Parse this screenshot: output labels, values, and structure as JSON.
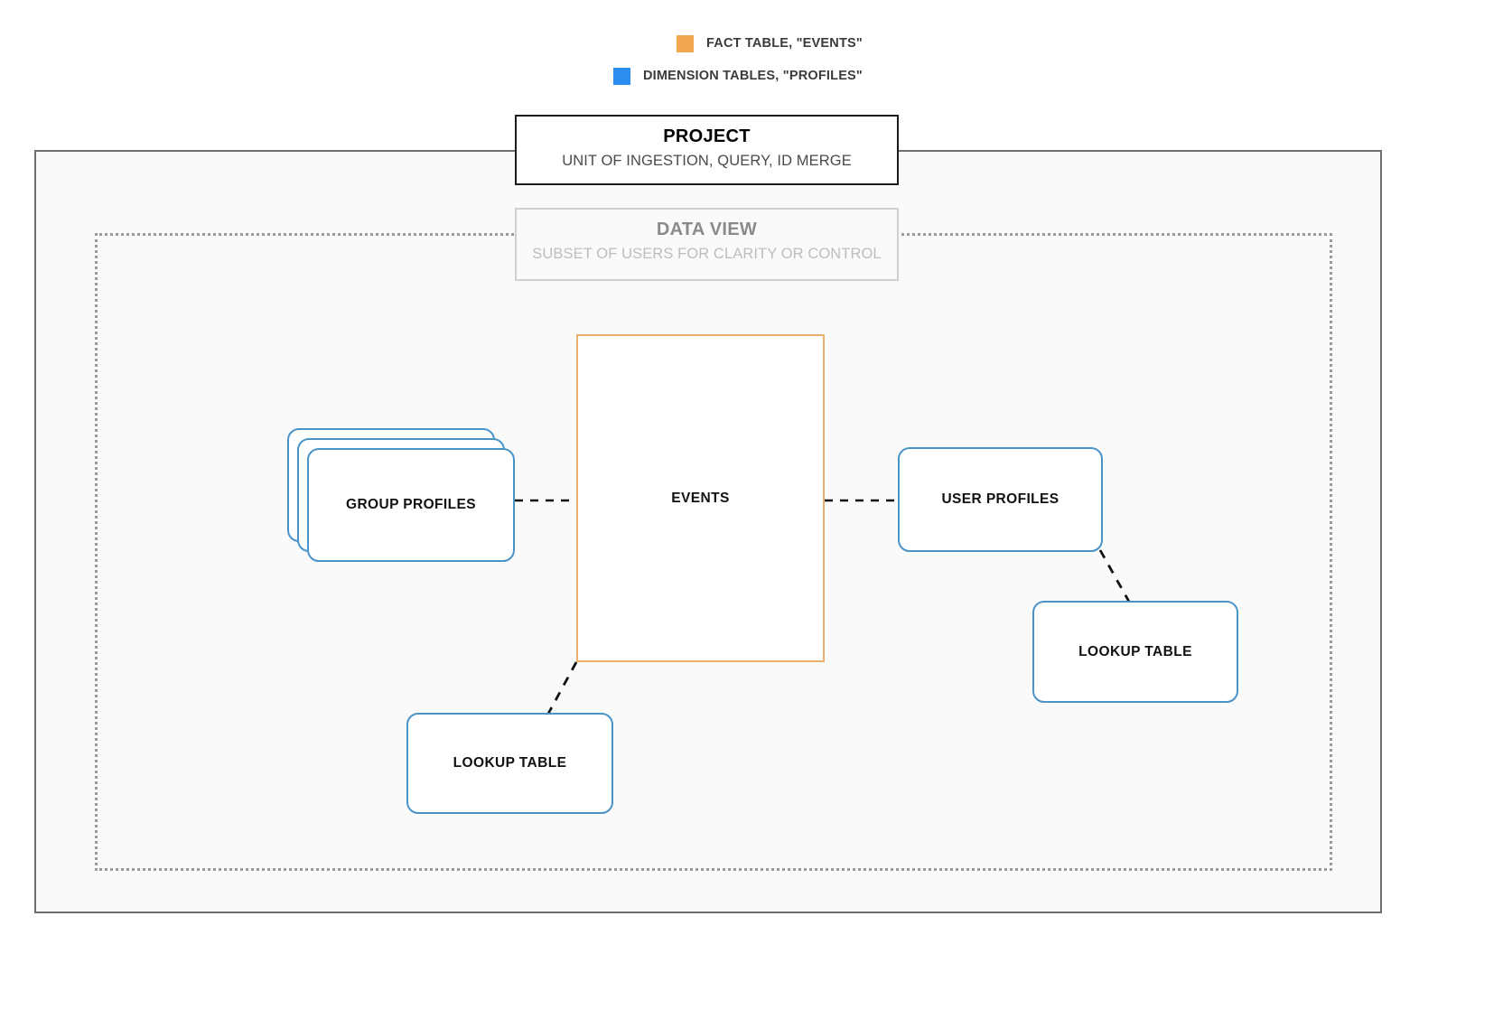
{
  "legend": {
    "items": [
      {
        "label": "FACT TABLE, \"EVENTS\"",
        "color": "#f4a74f",
        "swatch_name": "fact-table-swatch"
      },
      {
        "label": "DIMENSION TABLES, \"PROFILES\"",
        "color": "#2d8cf0",
        "swatch_name": "dimension-tables-swatch"
      }
    ]
  },
  "project": {
    "title": "PROJECT",
    "subtitle": "UNIT OF INGESTION, QUERY, ID MERGE",
    "border_color": "#1a1a1a"
  },
  "data_view": {
    "title": "DATA VIEW",
    "subtitle": "SUBSET OF USERS FOR CLARITY OR CONTROL",
    "border_color": "#d0d0d0"
  },
  "nodes": {
    "events": {
      "label": "EVENTS",
      "color": "#e8b06a",
      "kind": "fact-table"
    },
    "group_profiles": {
      "label": "GROUP PROFILES",
      "color": "#4a93c9",
      "kind": "dimension-table-stack",
      "stack_count": 3
    },
    "user_profiles": {
      "label": "USER PROFILES",
      "color": "#4a93c9",
      "kind": "dimension-table"
    },
    "lookup_table_left": {
      "label": "LOOKUP TABLE",
      "color": "#4a93c9",
      "kind": "lookup-table"
    },
    "lookup_table_right": {
      "label": "LOOKUP TABLE",
      "color": "#4a93c9",
      "kind": "lookup-table"
    }
  },
  "connectors": [
    {
      "name": "group-profiles-to-events",
      "style": "dashed",
      "color": "#111111"
    },
    {
      "name": "events-to-user-profiles",
      "style": "dashed",
      "color": "#111111"
    },
    {
      "name": "events-to-lookup-table-left",
      "style": "dashed",
      "color": "#111111"
    },
    {
      "name": "user-profiles-to-lookup-table-right",
      "style": "dashed",
      "color": "#111111"
    }
  ]
}
